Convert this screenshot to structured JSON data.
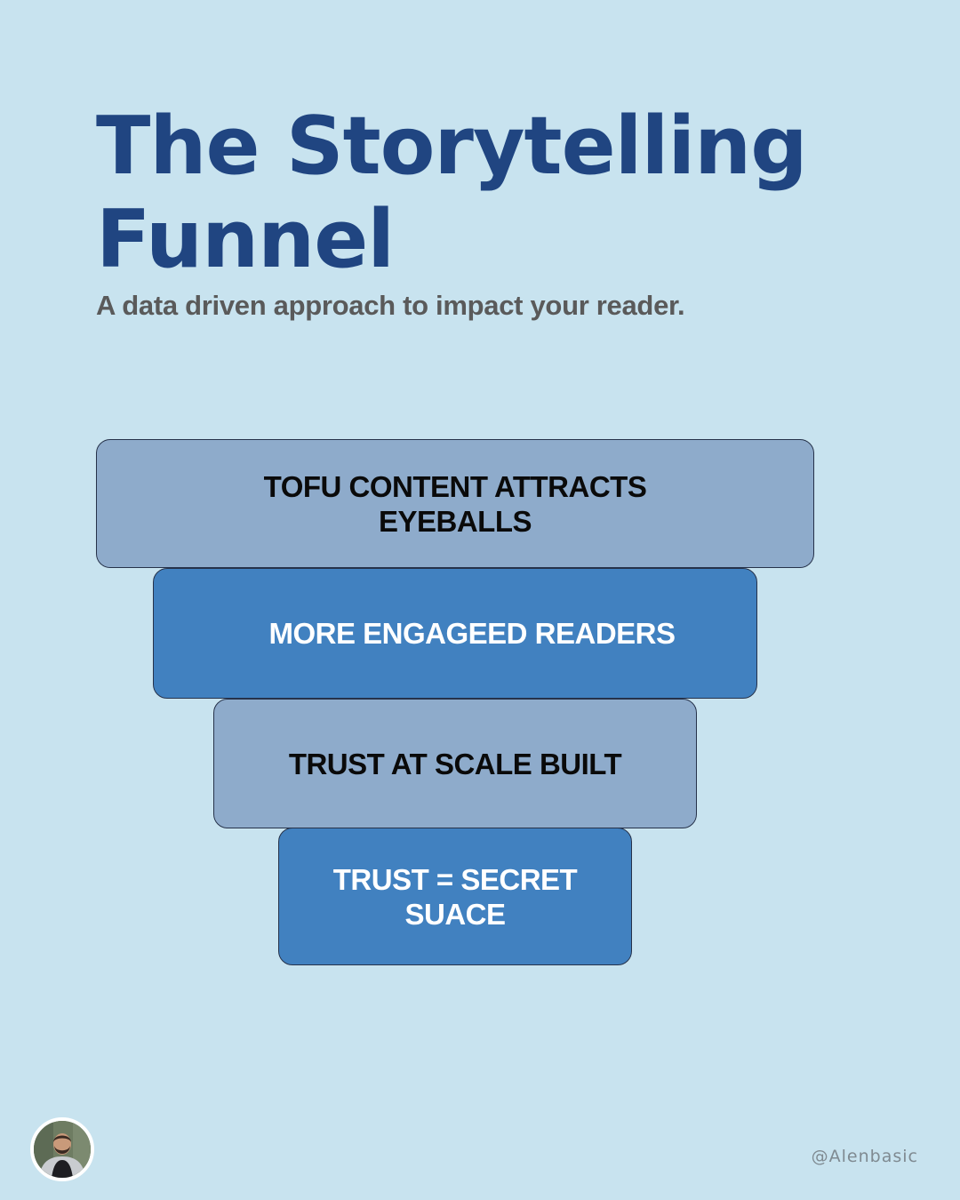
{
  "header": {
    "title": "The Storytelling Funnel",
    "subtitle": "A data driven approach to impact your reader."
  },
  "funnel": {
    "levels": [
      {
        "label": "TOFU CONTENT ATTRACTS EYEBALLS"
      },
      {
        "label": "MORE ENGAGEED READERS"
      },
      {
        "label": "TRUST AT SCALE BUILT"
      },
      {
        "label": "TRUST = SECRET SUACE"
      }
    ]
  },
  "footer": {
    "handle": "@Alenbasic"
  },
  "colors": {
    "background": "#c8e3ef",
    "title": "#204581",
    "level_light": "#8eabcb",
    "level_dark": "#4181c0"
  }
}
